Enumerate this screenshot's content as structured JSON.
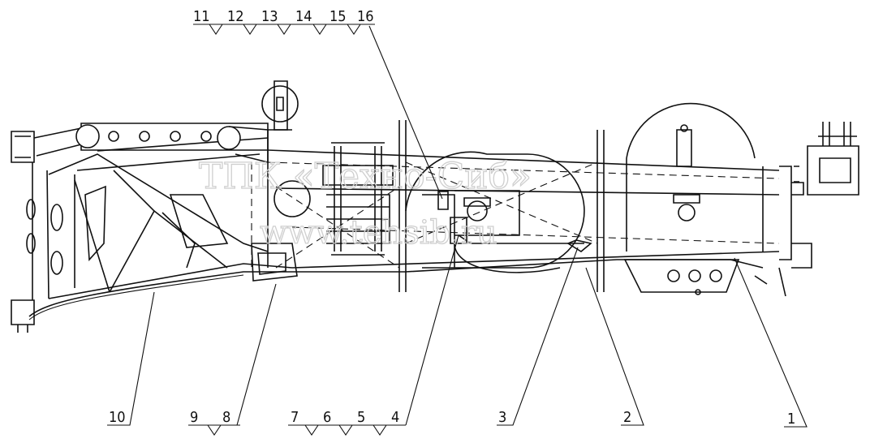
{
  "watermark": {
    "line1": "ТПК «Техно-Сиб»",
    "line2": "www.tehsib.ru"
  },
  "callouts_top": [
    "11",
    "12",
    "13",
    "14",
    "15",
    "16"
  ],
  "callouts_bottom": {
    "item_10": "10",
    "group_9_8": [
      "9",
      "8"
    ],
    "group_7_4": [
      "7",
      "6",
      "5",
      "4"
    ],
    "item_3": "3",
    "item_2": "2",
    "item_1": "1"
  }
}
